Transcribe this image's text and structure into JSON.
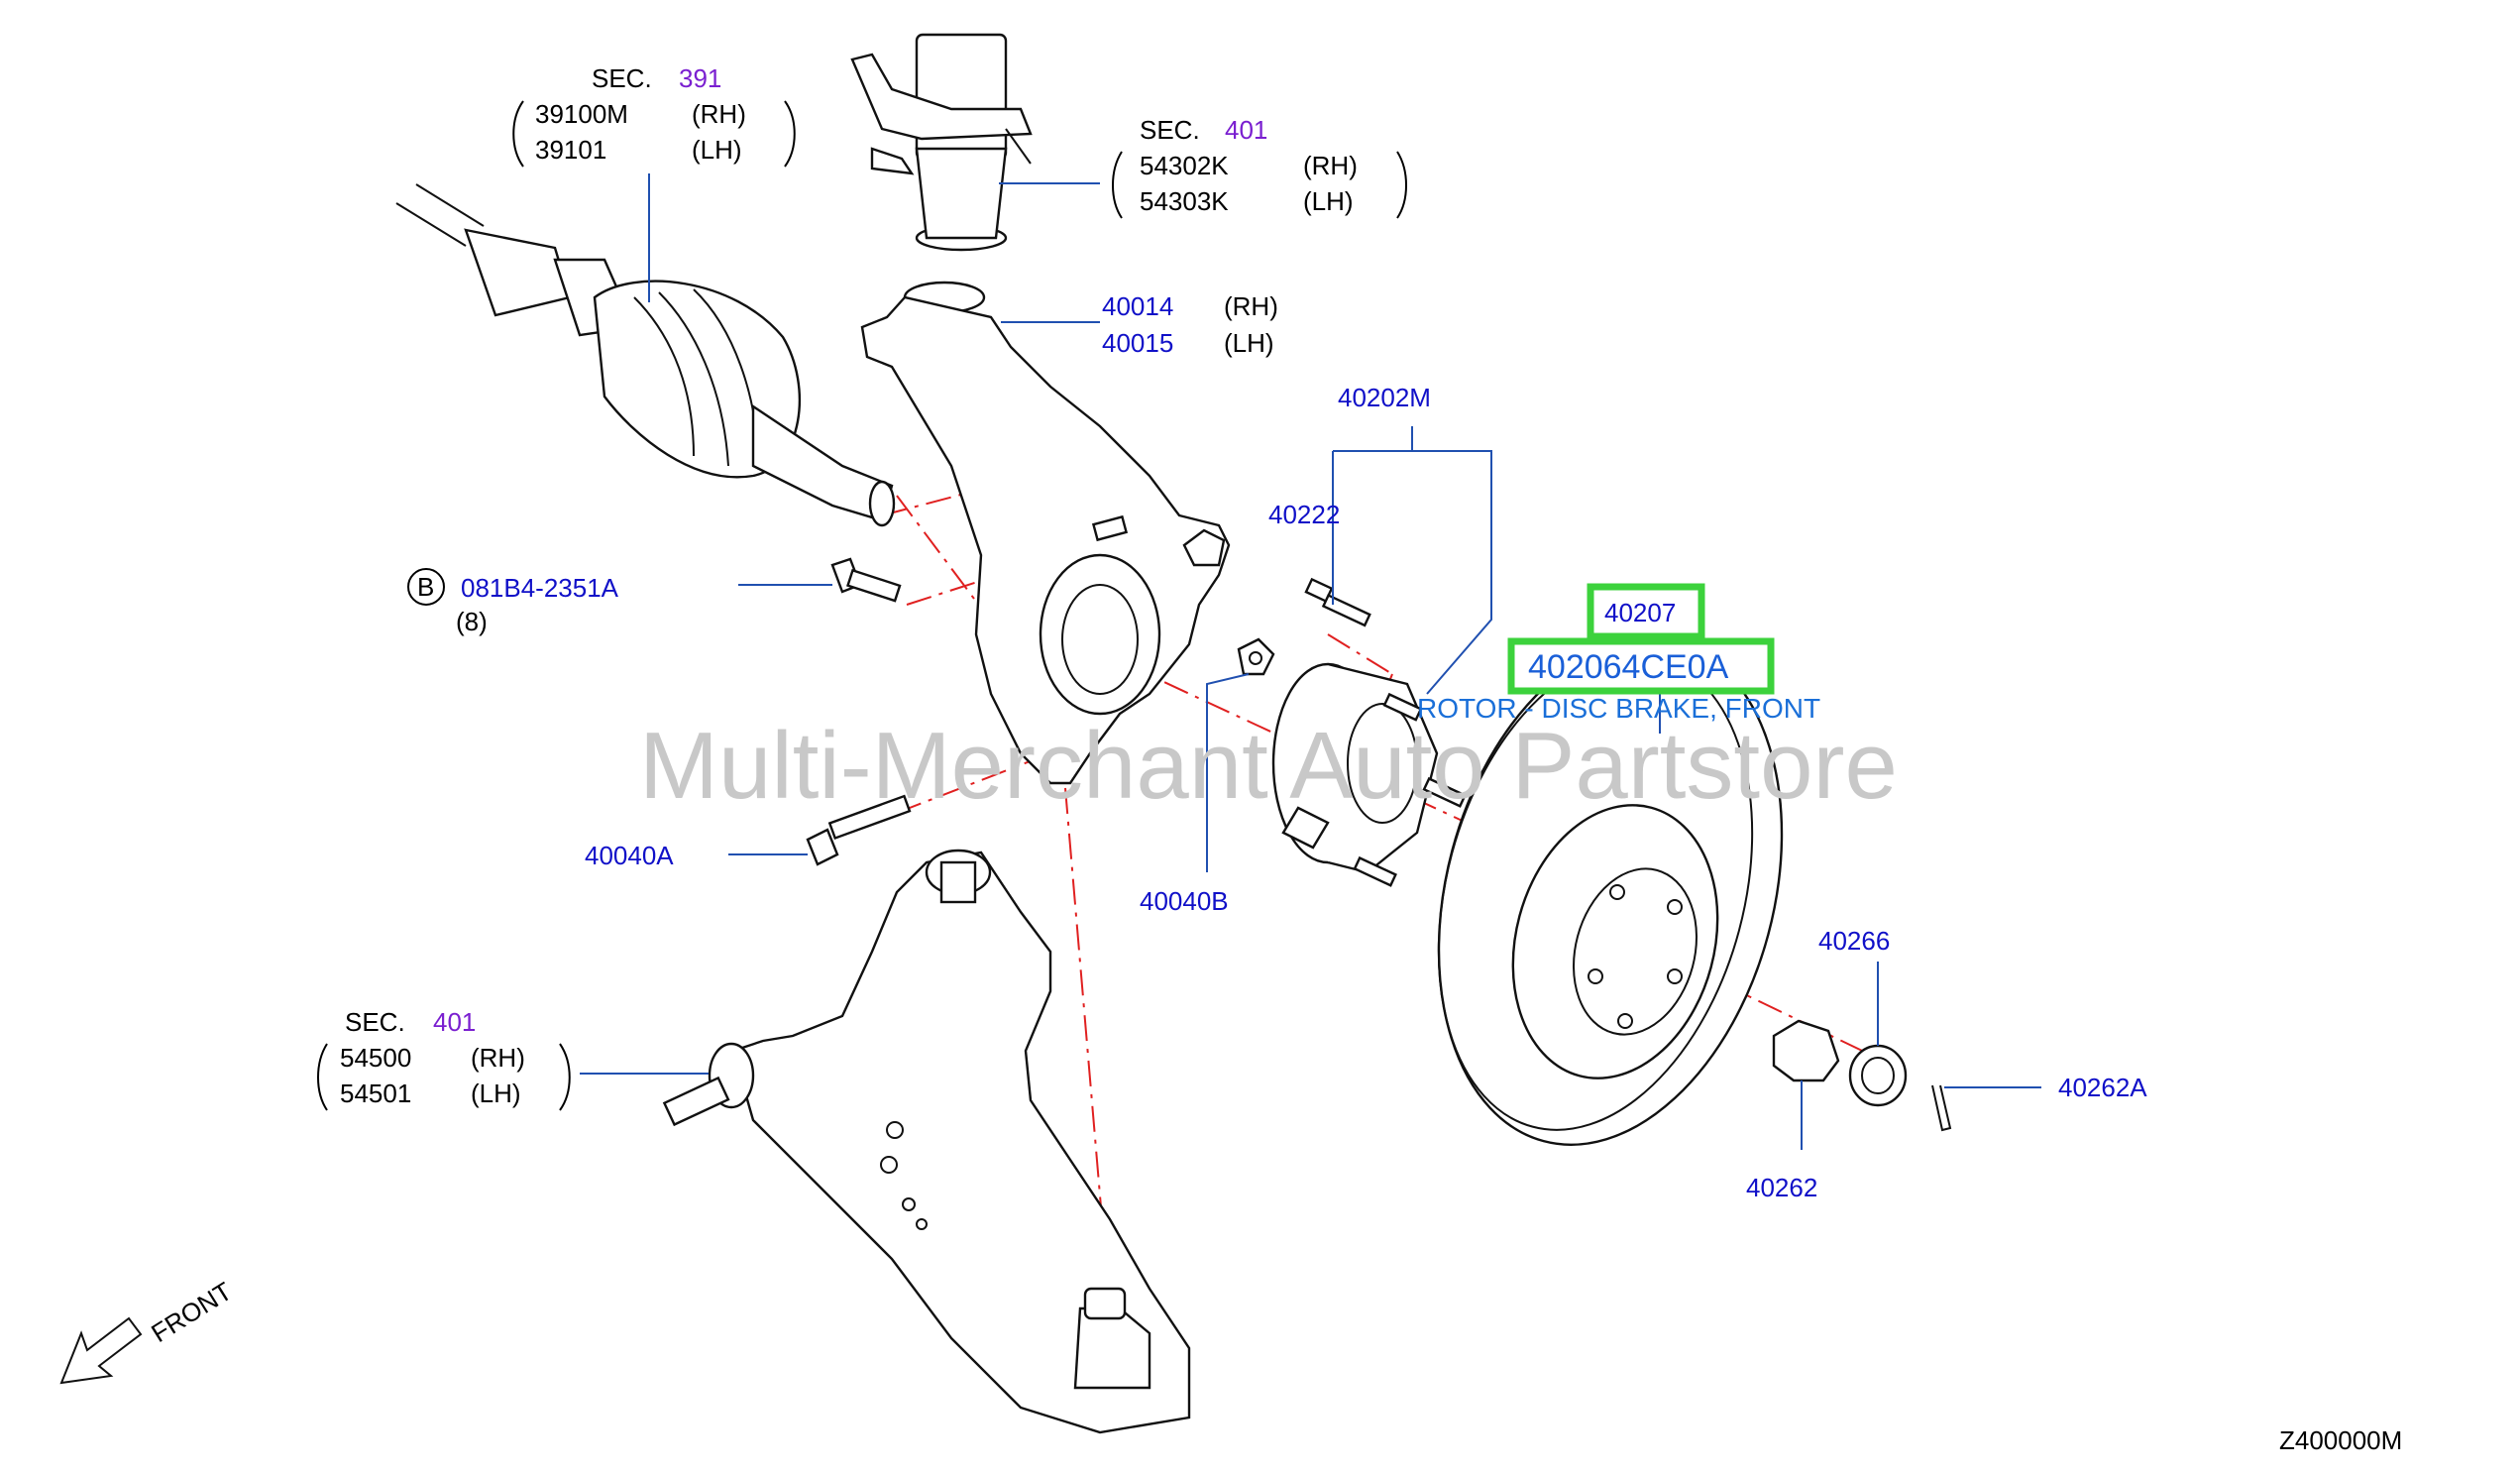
{
  "watermark": "Multi-Merchant Auto Partstore",
  "diagram_code": "Z400000M",
  "front_label": "FRONT",
  "colors": {
    "part_number": "#1010c8",
    "section": "#7a1fd0",
    "highlight": "#3cd23c",
    "leader": "#2050b0",
    "centerline": "#e02020"
  },
  "callouts": {
    "drive_shaft": {
      "sec_label": "SEC.",
      "sec_no": "391",
      "rh_no": "39100M",
      "rh": "(RH)",
      "lh_no": "39101",
      "lh": "(LH)"
    },
    "strut": {
      "sec_label": "SEC.",
      "sec_no": "401",
      "rh_no": "54302K",
      "rh": "(RH)",
      "lh_no": "54303K",
      "lh": "(LH)"
    },
    "knuckle": {
      "rh_no": "40014",
      "rh": "(RH)",
      "lh_no": "40015",
      "lh": "(LH)"
    },
    "hub_assy": "40202M",
    "hub_bolt": "40222",
    "bolt_b": {
      "b": "B",
      "part": "081B4-2351A",
      "qty": "(8)"
    },
    "bolt_40040a": "40040A",
    "nut_40040b": "40040B",
    "lower_arm": {
      "sec_label": "SEC.",
      "sec_no": "401",
      "rh_no": "54500",
      "rh": "(RH)",
      "lh_no": "54501",
      "lh": "(LH)"
    },
    "rotor": {
      "ref": "40207",
      "part": "402064CE0A",
      "desc": "ROTOR - DISC BRAKE, FRONT"
    },
    "cap_40266": "40266",
    "nut_40262": "40262",
    "pin_40262a": "40262A"
  }
}
